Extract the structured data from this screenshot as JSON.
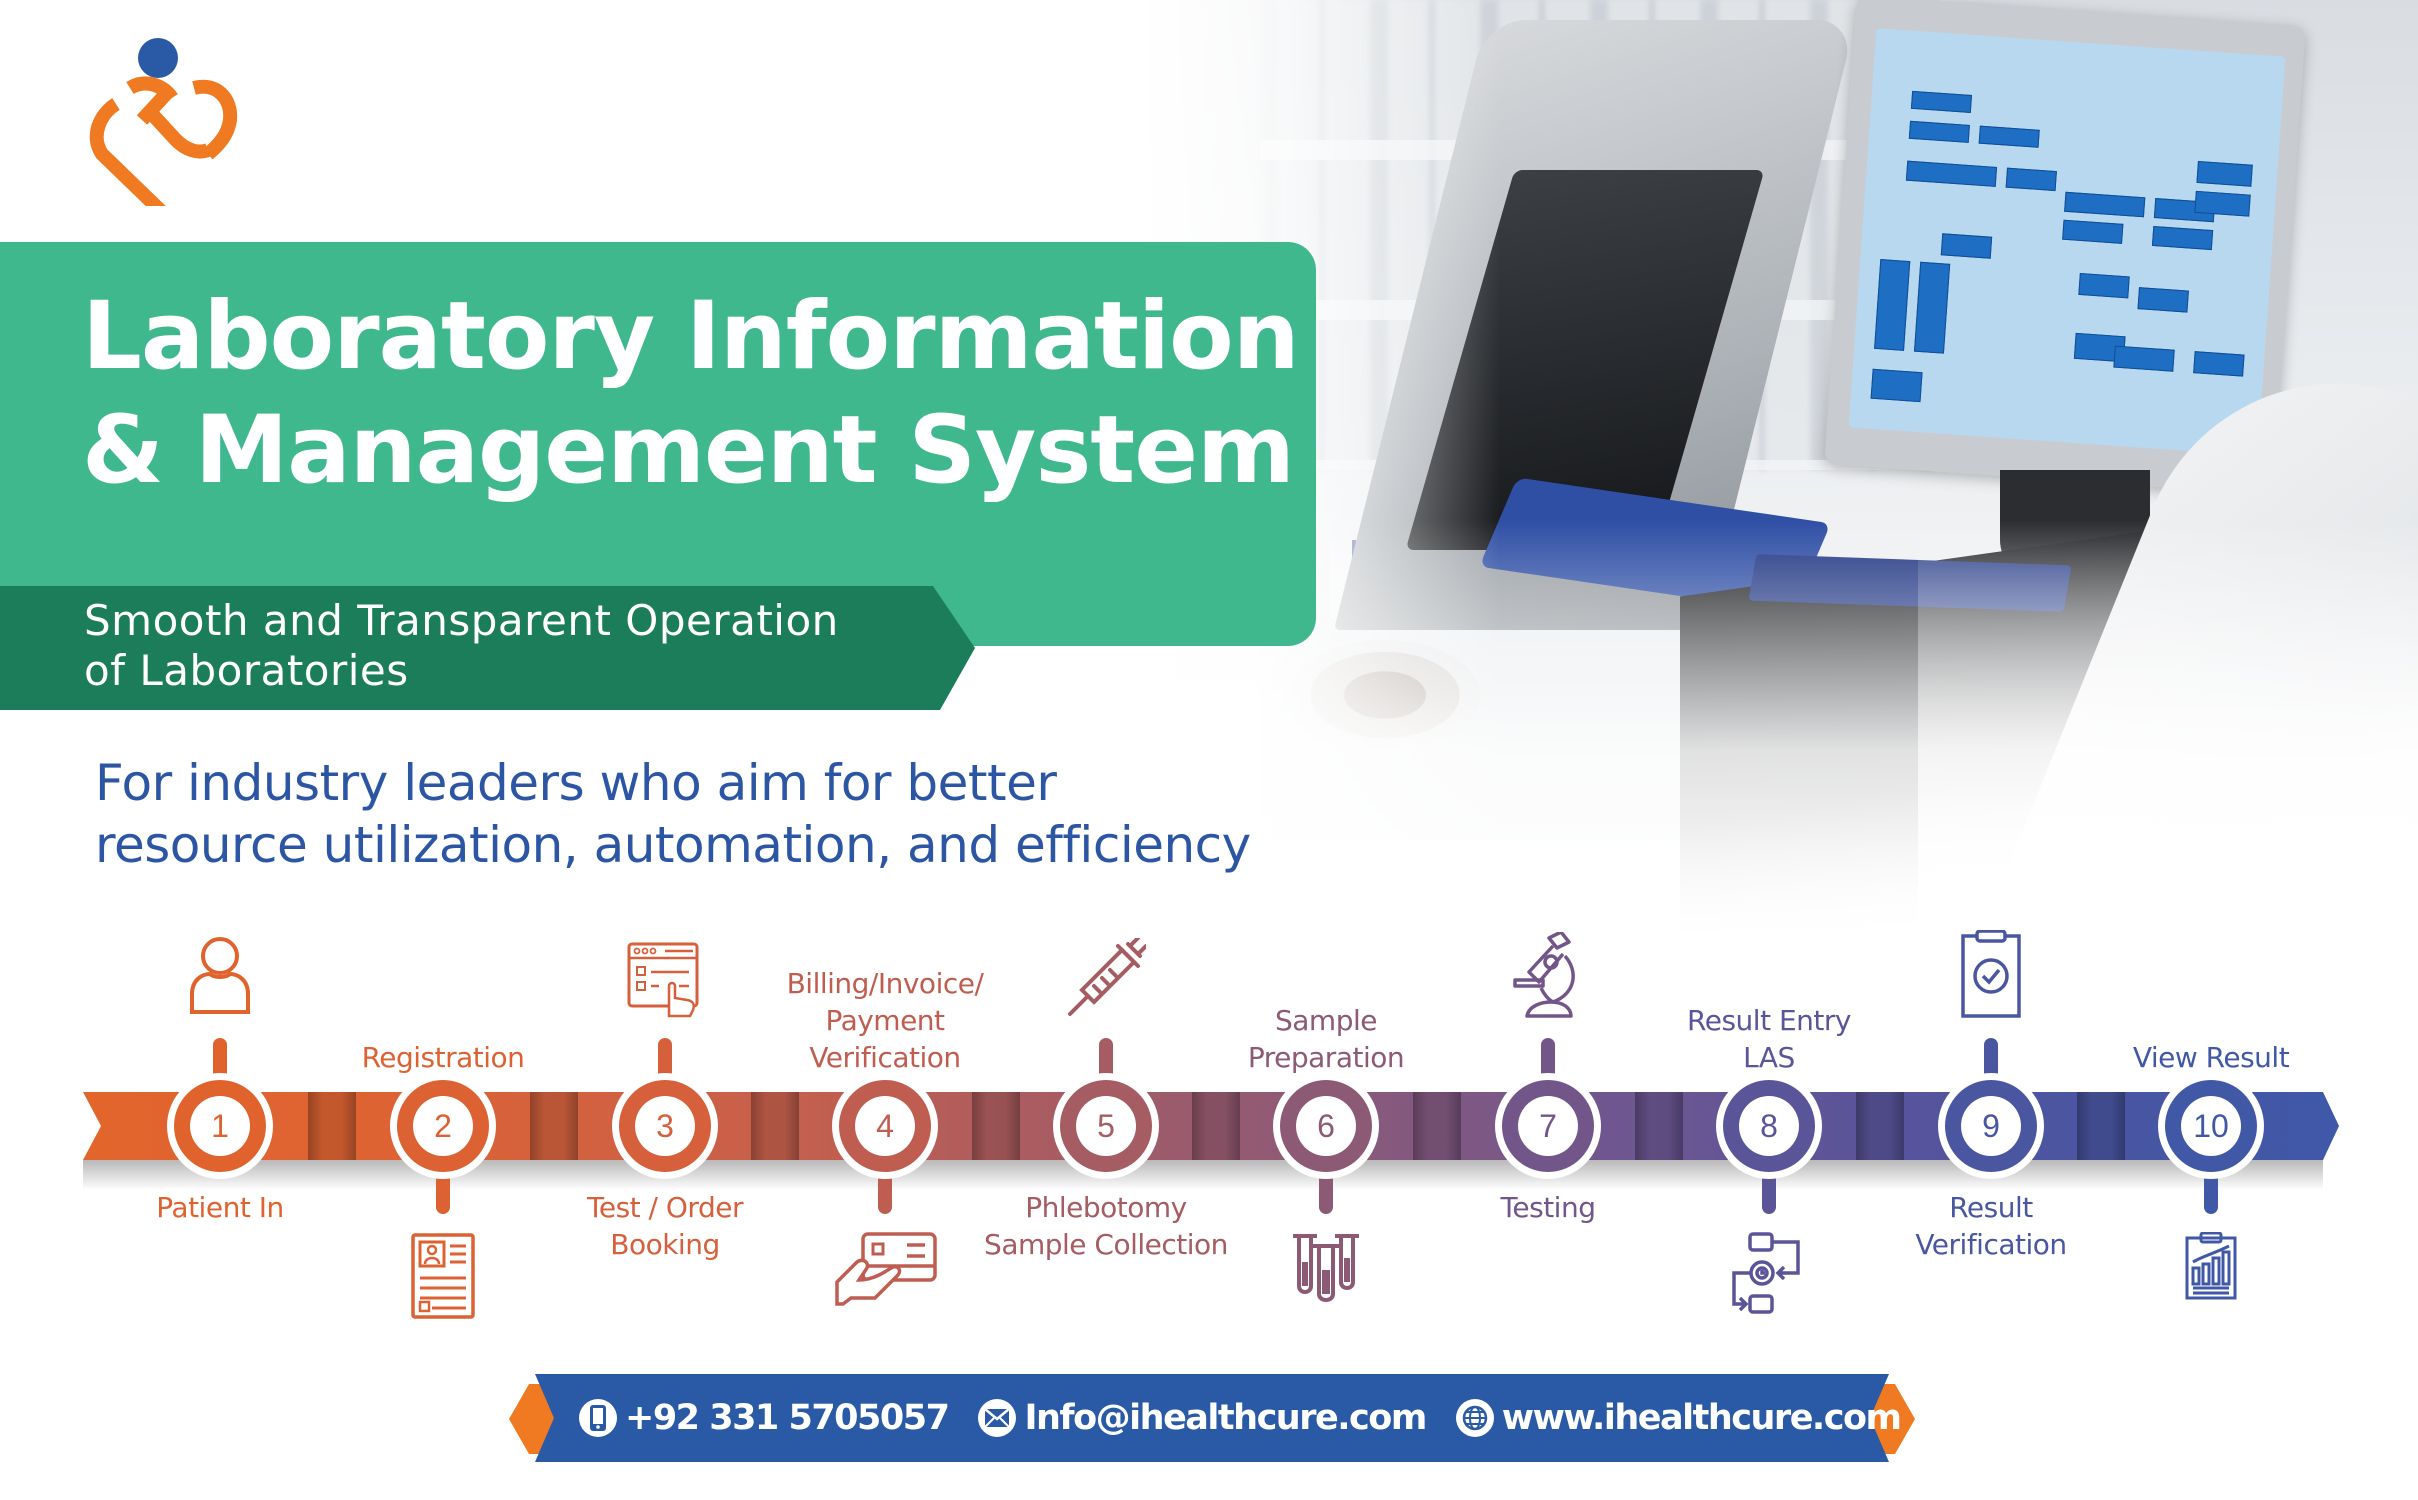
{
  "brand": {
    "logo_icon": "ihealthcure-heart-logo-icon",
    "colors": {
      "orange": "#F07A22",
      "blue": "#2A5AA6",
      "green": "#40B88E",
      "dark_green": "#1C7D5A"
    }
  },
  "hero": {
    "title_line1": "Laboratory Information",
    "title_line2": "& Management System",
    "subtitle_line1": "Smooth and Transparent Operation",
    "subtitle_line2": "of Laboratories",
    "tagline_line1": "For industry leaders who aim for better",
    "tagline_line2": "resource utilization, automation, and efficiency"
  },
  "photo": {
    "description": "laboratory analyzer with monitor"
  },
  "timeline": {
    "steps": [
      {
        "number": "1",
        "label_lines": [
          "Patient In"
        ],
        "label_position": "below",
        "icon": "patient-user-icon",
        "icon_position": "above",
        "color": "#E0632E"
      },
      {
        "number": "2",
        "label_lines": [
          "Registration"
        ],
        "label_position": "above",
        "icon": "registration-form-icon",
        "icon_position": "below",
        "color": "#DC6233"
      },
      {
        "number": "3",
        "label_lines": [
          "Test / Order",
          "Booking"
        ],
        "label_position": "below",
        "icon": "order-checklist-icon",
        "icon_position": "above",
        "color": "#D5603B"
      },
      {
        "number": "4",
        "label_lines": [
          "Billing/Invoice/",
          "Payment",
          "Verification"
        ],
        "label_position": "above",
        "icon": "payment-card-hand-icon",
        "icon_position": "below",
        "color": "#BF5E50"
      },
      {
        "number": "5",
        "label_lines": [
          "Phlebotomy",
          "Sample Collection"
        ],
        "label_position": "below",
        "icon": "syringe-icon",
        "icon_position": "above",
        "color": "#A55C63"
      },
      {
        "number": "6",
        "label_lines": [
          "Sample",
          "Preparation"
        ],
        "label_position": "above",
        "icon": "test-tubes-icon",
        "icon_position": "below",
        "color": "#8D5A76"
      },
      {
        "number": "7",
        "label_lines": [
          "Testing"
        ],
        "label_position": "below",
        "icon": "microscope-icon",
        "icon_position": "above",
        "color": "#725689"
      },
      {
        "number": "8",
        "label_lines": [
          "Result Entry",
          "LAS"
        ],
        "label_position": "above",
        "icon": "workflow-automation-icon",
        "icon_position": "below",
        "color": "#5A5598"
      },
      {
        "number": "9",
        "label_lines": [
          "Result",
          "Verification"
        ],
        "label_position": "below",
        "icon": "clipboard-check-icon",
        "icon_position": "above",
        "color": "#4A56A0"
      },
      {
        "number": "10",
        "label_lines": [
          "View Result"
        ],
        "label_position": "above",
        "icon": "report-chart-icon",
        "icon_position": "below",
        "color": "#4058A6"
      }
    ]
  },
  "contact": {
    "phone": "+92 331 5705057",
    "phone_icon": "mobile-phone-icon",
    "email": "Info@ihealthcure.com",
    "email_icon": "envelope-icon",
    "website": "www.ihealthcure.com",
    "website_icon": "globe-icon"
  }
}
